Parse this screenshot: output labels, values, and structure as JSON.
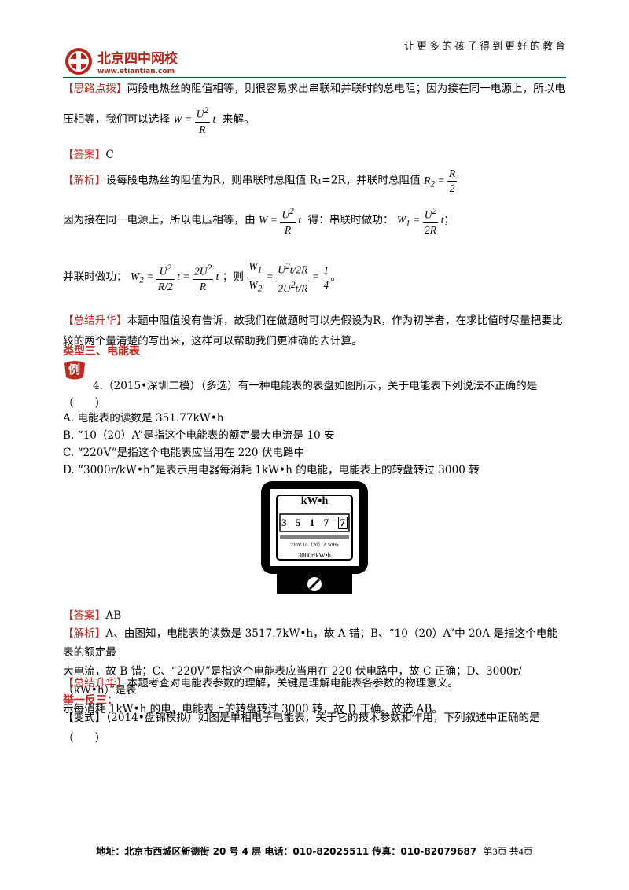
{
  "header": {
    "slogan": "让更多的孩子得到更好的教育",
    "logo_text": "北京四中网校",
    "logo_url": "www.etiantian.com"
  },
  "p1": {
    "tag": "【思路点拨】",
    "line1": "两段电热丝的阻值相等，则很容易求出串联和并联时的总电阻；因为接在同一电源上，所以电",
    "line2_pre": "压相等，我们可以选择",
    "line2_post": "来解。"
  },
  "answer1": {
    "tag": "【答案】",
    "value": "C"
  },
  "analysis1": {
    "tag": "【解析】",
    "line1": "设每段电热丝的阻值为R，则串联时总阻值 R₁=2R，并联时总阻值",
    "line2_pre": "因为接在同一电源上，所以电压相等，由",
    "line2_mid": "得：串联时做功：",
    "line3_pre": "并联时做功：",
    "line3_mid": "；则"
  },
  "summary1": {
    "tag": "【总结升华】",
    "line1": "本题中阻值没有告诉，故我们在做题时可以先假设为R，作为初学者，在求比值时尽量把要比",
    "line2": "较的两个量清楚的写出来，这样可以帮助我们更准确的去计算。"
  },
  "section3": {
    "title": "类型三、电能表",
    "badge": "例"
  },
  "q4": {
    "stem": "4.（2015•深圳二模）（多选）有一种电能表的表盘如图所示，关于电能表下列说法不正确的是",
    "paren": "（　　）",
    "options": [
      "A.  电能表的读数是 351.77kW•h",
      "B.  “10（20）A”是指这个电能表的额定最大电流是 10 安",
      "C.  “220V”是指这个电能表应当用在 220 伏电路中",
      "D.  “3000r/kW•h”是表示用电器每消耗 1kW•h 的电能，电能表上的转盘转过 3000 转"
    ]
  },
  "meter": {
    "unit": "kW•h",
    "digits": [
      "3",
      "5",
      "1",
      "7",
      "7"
    ],
    "spec": "220V 10（20）A 50Hz",
    "rev": "3000r/kW•h"
  },
  "answer2": {
    "tag": "【答案】",
    "value": "AB"
  },
  "analysis2": {
    "tag": "【解析】",
    "line1": "A、由图知，电能表的读数是 3517.7kW•h，故 A 错；B、“10（20）A”中 20A 是指这个电能表的额定最",
    "line2": "大电流，故 B 错；C、“220V”是指这个电能表应当用在 220 伏电路中，故 C 正确；D、3000r/（kW•h）”是表",
    "line3": "示每消耗 1kW•h 的电，电能表上的转盘转过 3000 转，故 D 正确。故选 AB。"
  },
  "summary2": {
    "tag": "【总结升华】",
    "text": "本题考查对电能表参数的理解，关键是理解电能表各参数的物理意义。"
  },
  "practice": {
    "title": "举一反三："
  },
  "variant": {
    "tag": "【变式】",
    "text": "（2014•盘锦模拟）如图是单相电子电能表，关于它的技术参数和作用，下列叙述中正确的是",
    "paren": "（　　）"
  },
  "footer": {
    "address": "地址：北京市西城区新德街 20 号 4 层  电话：010-82025511  传真：010-82079687",
    "page": "第3页  共4页"
  },
  "colors": {
    "accent": "#c0281f",
    "header_rule": "#7a1d1d"
  }
}
